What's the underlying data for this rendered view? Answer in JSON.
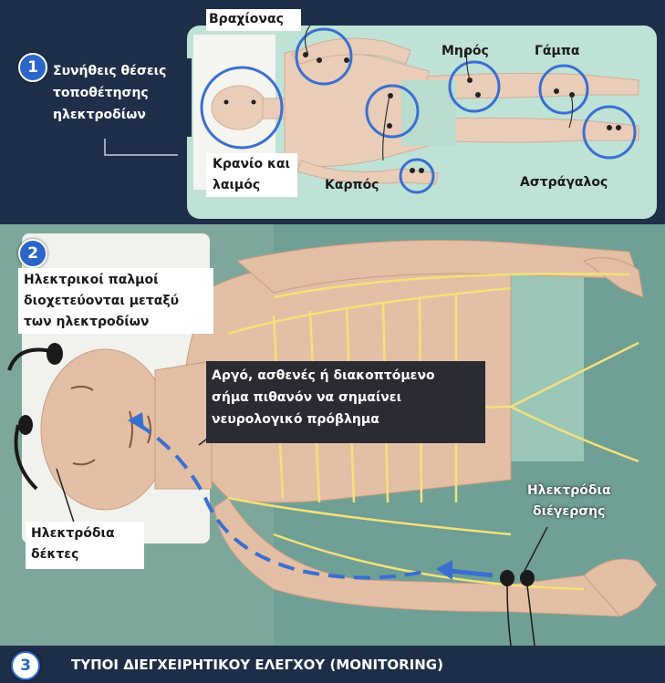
{
  "panel1": {
    "number": "1",
    "intro_lines": [
      "Συνήθεις θέσεις",
      "τοποθέτησης",
      "ηλεκτροδίων"
    ],
    "sites": {
      "arm": "Βραχίονας",
      "thigh": "Μηρός",
      "knee": "Γάμπα",
      "skull_lines": [
        "Κρανίο και",
        "λαιμός"
      ],
      "wrist": "Καρπός",
      "ankle": "Αστράγαλος"
    }
  },
  "panel2": {
    "number": "2",
    "pulses_lines": [
      "Ηλεκτρικοί παλμοί",
      "διοχετεύονται μεταξύ",
      "των ηλεκτροδίων"
    ],
    "warning_lines": [
      "Αργό, ασθενές ή διακοπτόμενο",
      "σήμα πιθανόν να σημαίνει",
      "νευρολογικό πρόβλημα"
    ],
    "stim_lines": [
      "Ηλεκτρόδια",
      "διέγερσης"
    ],
    "recv_lines": [
      "Ηλεκτρόδια",
      "δέκτες"
    ]
  },
  "panel3": {
    "number": "3",
    "title": "ΤΥΠΟΙ ΔΙΕΓΧΕΙΡΗΤΙΚΟΥ ΕΛΕΓΧΟΥ (MONITORING)"
  },
  "colors": {
    "accent_blue": "#3a6fd0",
    "nerve_yellow": "#f2e27a",
    "teal_background": "#6f9f95",
    "navy": "#1f2f4a"
  }
}
